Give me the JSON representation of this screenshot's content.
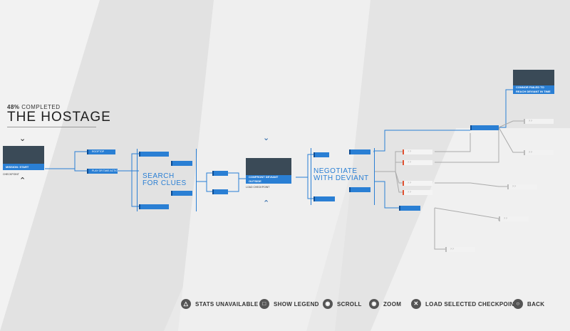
{
  "header": {
    "completion_value": "48%",
    "completion_label": "COMPLETED",
    "chapter_title": "THE HOSTAGE"
  },
  "nodes": {
    "mission_start": "MISSION: START",
    "start_sub": "CHECKPOINT",
    "shoot_down": "PLAY OR TAKE ACTION",
    "roof": "ROOFTOP",
    "search": "SEARCH FOR CLUES",
    "confront": "CONFRONT DEVIANT OUTSIDE",
    "confront_sub": "LOAD CHECKPOINT",
    "negotiate": "NEGOTIATE WITH DEVIANT",
    "failed": "CONNOR FAILED TO REACH DEVIANT IN TIME",
    "unknown": "? ?"
  },
  "legend": {
    "stats": "STATS UNAVAILABLE",
    "show_legend": "SHOW LEGEND",
    "scroll": "SCROLL",
    "zoom": "ZOOM",
    "load_checkpoint": "LOAD SELECTED CHECKPOINT",
    "back": "BACK"
  },
  "colors": {
    "accent": "#2a7fd4",
    "lock": "#e05030",
    "background": "#e9e9e9"
  },
  "icons": {
    "triangle": "triangle-icon",
    "square": "square-icon",
    "scroll": "stick-icon",
    "zoom": "stick-icon",
    "cross": "cross-icon",
    "circle": "circle-icon"
  }
}
